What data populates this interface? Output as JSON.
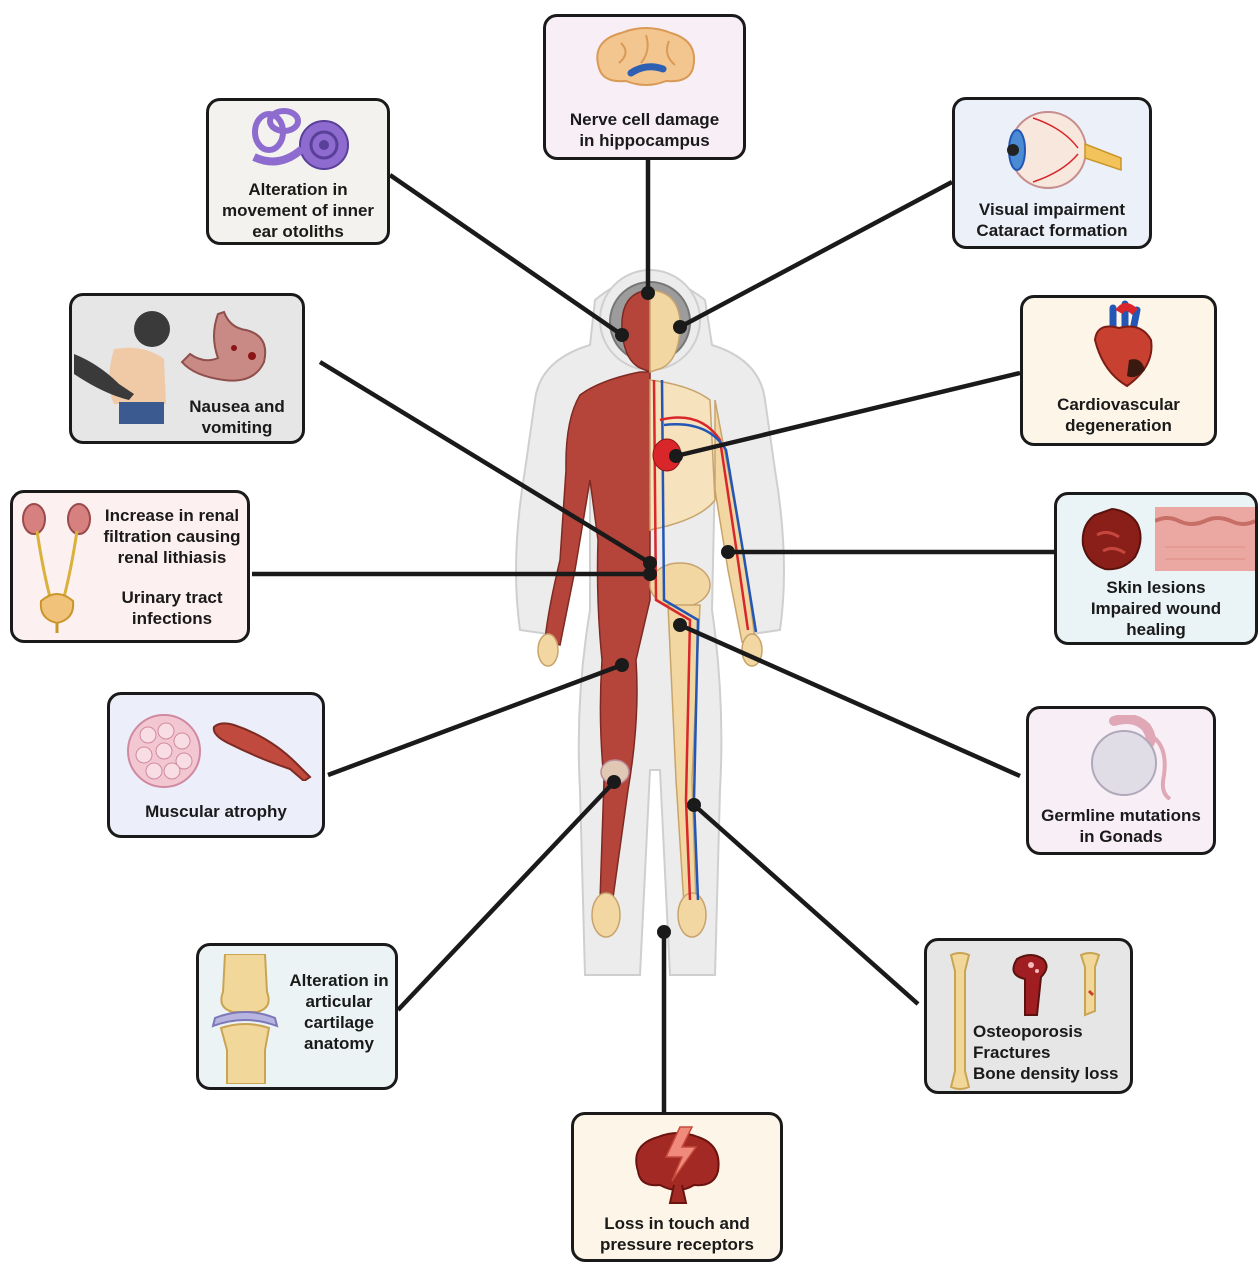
{
  "callouts": {
    "brain": {
      "lines": [
        "Nerve cell damage",
        "in hippocampus"
      ],
      "bg": "#f8eef6"
    },
    "ear": {
      "lines": [
        "Alteration in",
        "movement of inner",
        "ear otoliths"
      ],
      "bg": "#f4f2ee"
    },
    "eye": {
      "lines": [
        "Visual impairment",
        "Cataract formation"
      ],
      "bg": "#ecf0f8"
    },
    "nausea": {
      "lines": [
        "Nausea and",
        "vomiting"
      ],
      "bg": "#e6e6e6"
    },
    "heart": {
      "lines": [
        "Cardiovascular",
        "degeneration"
      ],
      "bg": "#fdf6e8"
    },
    "kidney": {
      "lines_top": [
        "Increase in renal",
        "filtration causing",
        "renal lithiasis"
      ],
      "lines_bottom": [
        "Urinary tract",
        "infections"
      ],
      "bg": "#fdf0f1"
    },
    "skin": {
      "lines": [
        "Skin lesions",
        "Impaired wound",
        "healing"
      ],
      "bg": "#eaf3f6"
    },
    "muscle": {
      "lines": [
        "Muscular atrophy"
      ],
      "bg": "#eceef9"
    },
    "gonads": {
      "lines": [
        "Germline mutations",
        "in Gonads"
      ],
      "bg": "#f8eef6"
    },
    "cartilage": {
      "lines": [
        "Alteration in",
        "articular",
        "cartilage",
        "anatomy"
      ],
      "bg": "#ecf3f4"
    },
    "bone": {
      "lines": [
        "Osteoporosis",
        "Fractures",
        "Bone density loss"
      ],
      "bg": "#e6e6e6"
    },
    "touch": {
      "lines": [
        "Loss in touch and",
        "pressure receptors"
      ],
      "bg": "#fdf6e8"
    }
  },
  "colors": {
    "outline": "#1a1a1a",
    "muscle": "#b5443a",
    "skeleton": "#f2d7a3",
    "artery": "#d8262b",
    "vein": "#2356b5",
    "suit": "#eeeeee"
  }
}
